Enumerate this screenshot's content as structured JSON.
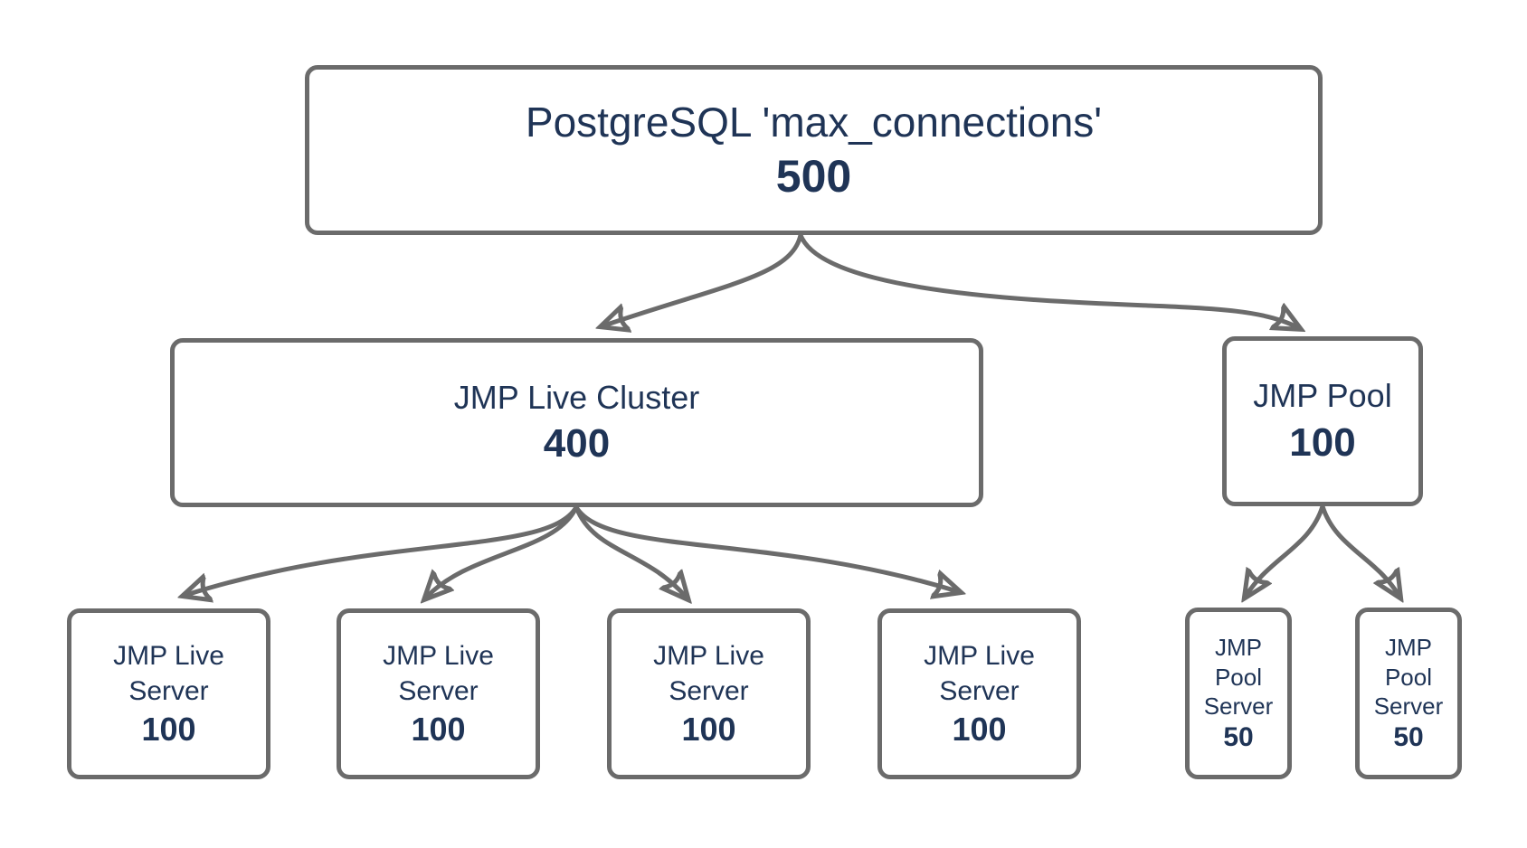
{
  "colors": {
    "border": "#6b6b6b",
    "text": "#1f3456",
    "background": "#ffffff"
  },
  "diagram_type": "tree",
  "nodes": {
    "root": {
      "label": "PostgreSQL 'max_connections'",
      "value": "500"
    },
    "cluster": {
      "label": "JMP Live Cluster",
      "value": "400"
    },
    "pool": {
      "label": "JMP Pool",
      "value": "100"
    },
    "live_server_1": {
      "label": "JMP Live Server",
      "value": "100"
    },
    "live_server_2": {
      "label": "JMP Live Server",
      "value": "100"
    },
    "live_server_3": {
      "label": "JMP Live Server",
      "value": "100"
    },
    "live_server_4": {
      "label": "JMP Live Server",
      "value": "100"
    },
    "pool_server_1": {
      "label": "JMP Pool Server",
      "value": "50"
    },
    "pool_server_2": {
      "label": "JMP Pool Server",
      "value": "50"
    }
  },
  "edges": [
    {
      "from": "root",
      "to": "cluster"
    },
    {
      "from": "root",
      "to": "pool"
    },
    {
      "from": "cluster",
      "to": "live_server_1"
    },
    {
      "from": "cluster",
      "to": "live_server_2"
    },
    {
      "from": "cluster",
      "to": "live_server_3"
    },
    {
      "from": "cluster",
      "to": "live_server_4"
    },
    {
      "from": "pool",
      "to": "pool_server_1"
    },
    {
      "from": "pool",
      "to": "pool_server_2"
    }
  ]
}
